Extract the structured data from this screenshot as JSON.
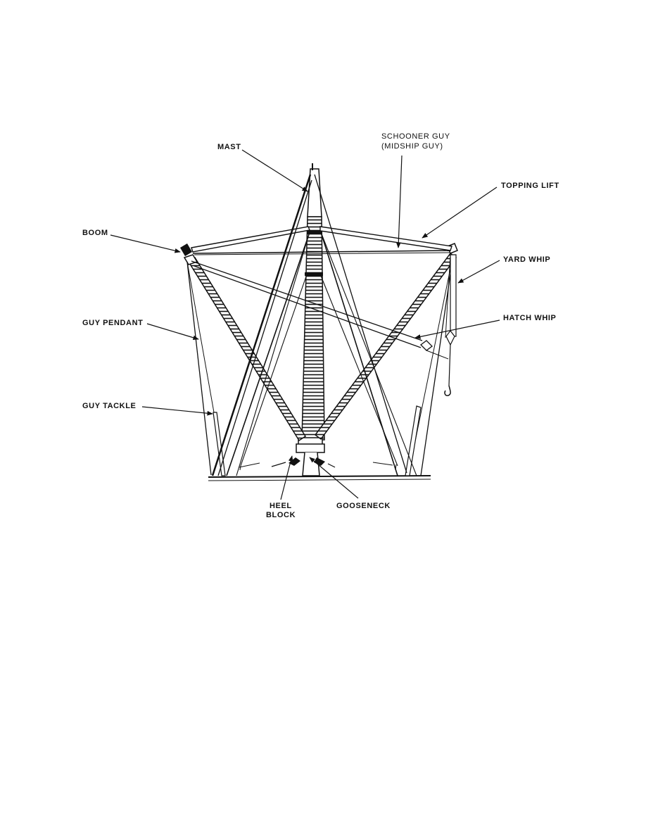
{
  "labels": {
    "mast": "MAST",
    "schooner_guy_line1": "SCHOONER GUY",
    "schooner_guy_line2": "(MIDSHIP GUY)",
    "topping_lift": "TOPPING LIFT",
    "boom": "BOOM",
    "yard_whip": "YARD WHIP",
    "guy_pendant": "GUY PENDANT",
    "hatch_whip": "HATCH WHIP",
    "guy_tackle": "GUY TACKLE",
    "heel_block_line1": "HEEL",
    "heel_block_line2": "BLOCK",
    "gooseneck": "GOOSENECK"
  },
  "colors": {
    "ink": "#111111",
    "paper": "#ffffff"
  }
}
